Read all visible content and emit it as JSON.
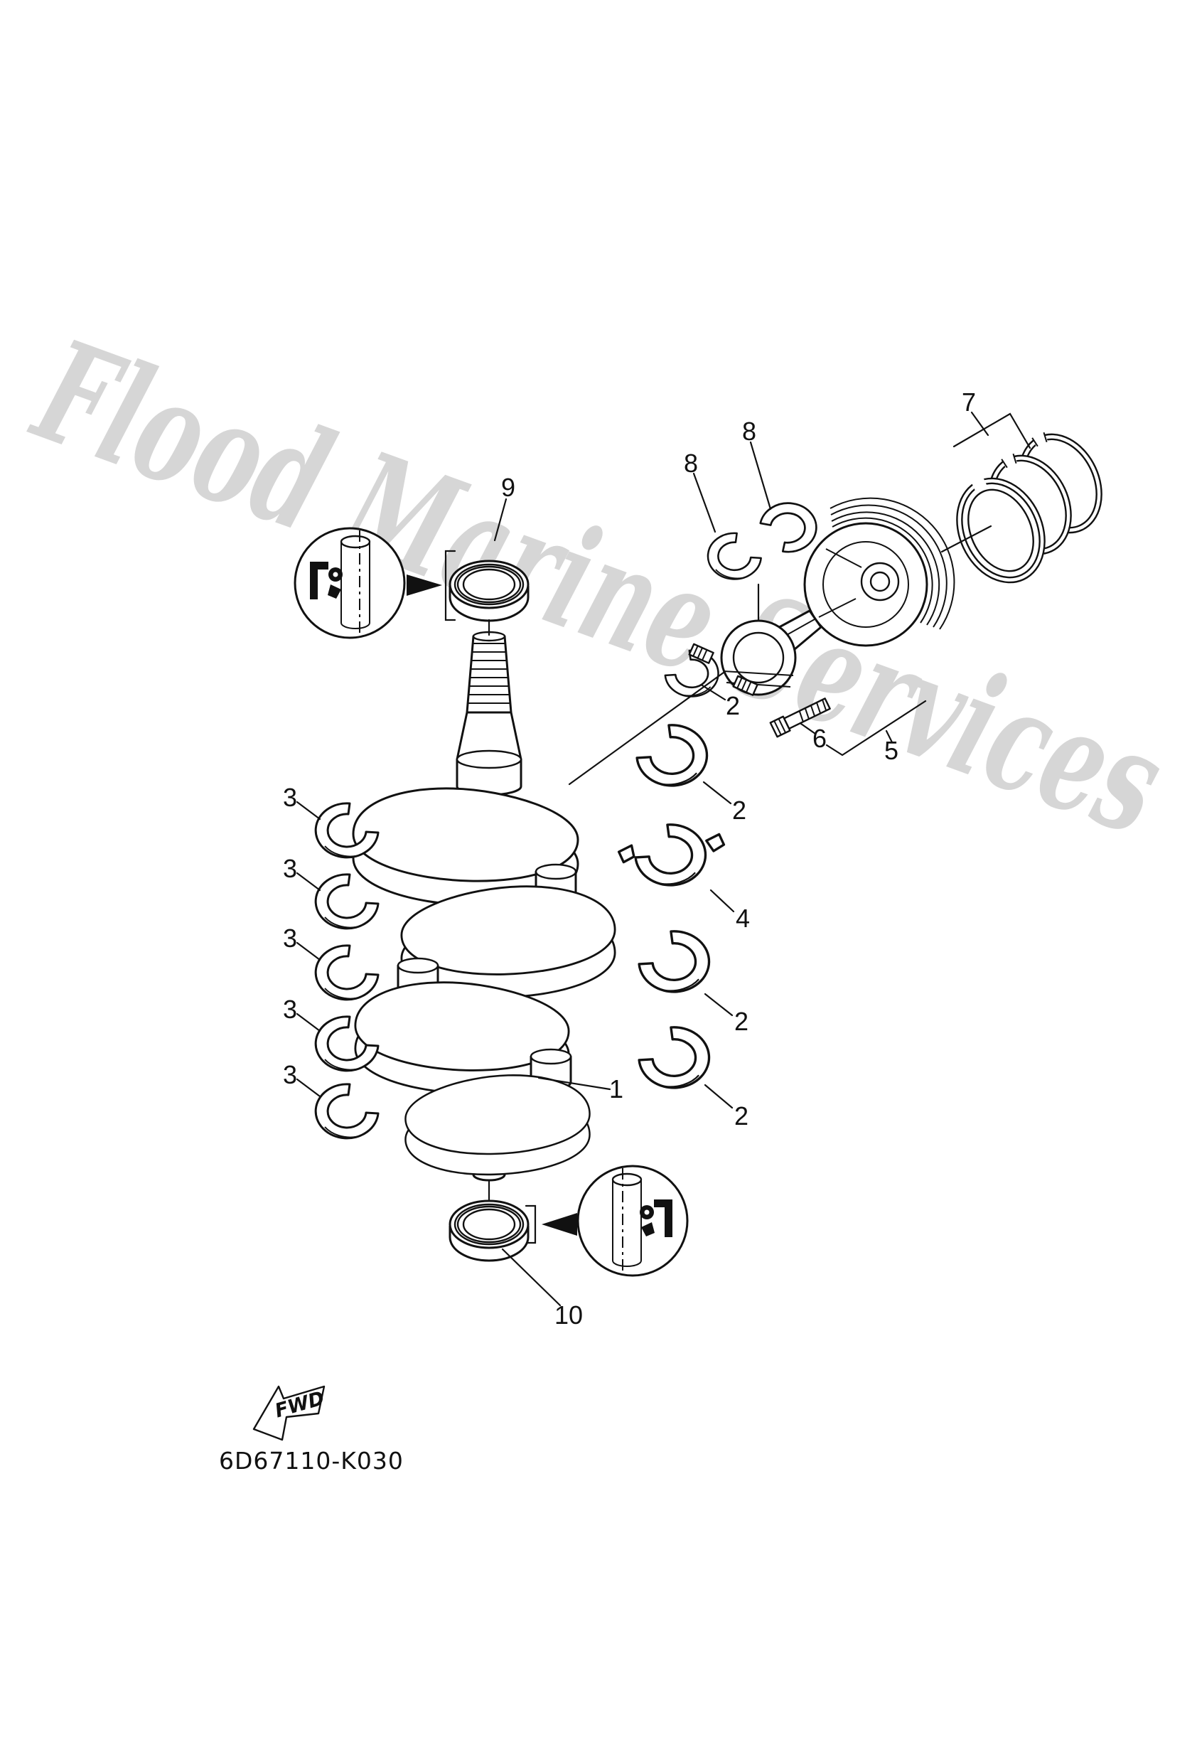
{
  "watermark": {
    "text": "Flood Marine Services"
  },
  "footer": {
    "drawing_number": "6D67110-K030"
  },
  "orientation": {
    "fwd_label": "FWD"
  },
  "visible_reference_numbers": [
    "1",
    "2",
    "3",
    "4",
    "5",
    "6",
    "7",
    "8",
    "9",
    "10"
  ],
  "callouts": [
    {
      "id": "upper-oil-seal",
      "text": "9"
    },
    {
      "id": "rod-bearing-left",
      "text": "8"
    },
    {
      "id": "rod-bearing-right",
      "text": "8"
    },
    {
      "id": "piston-rings",
      "text": "7"
    },
    {
      "id": "crankpin-bearing-top",
      "text": "2"
    },
    {
      "id": "rod-bolt",
      "text": "6"
    },
    {
      "id": "connecting-rod",
      "text": "5"
    },
    {
      "id": "crankpin-bearing-2",
      "text": "2"
    },
    {
      "id": "thrust-bearing",
      "text": "4"
    },
    {
      "id": "crankpin-bearing-3",
      "text": "2"
    },
    {
      "id": "crankpin-bearing-4",
      "text": "2"
    },
    {
      "id": "main-bearing-1",
      "text": "3"
    },
    {
      "id": "main-bearing-2",
      "text": "3"
    },
    {
      "id": "main-bearing-3",
      "text": "3"
    },
    {
      "id": "main-bearing-4",
      "text": "3"
    },
    {
      "id": "main-bearing-5",
      "text": "3"
    },
    {
      "id": "crankshaft",
      "text": "1"
    },
    {
      "id": "lower-oil-seal",
      "text": "10"
    }
  ]
}
